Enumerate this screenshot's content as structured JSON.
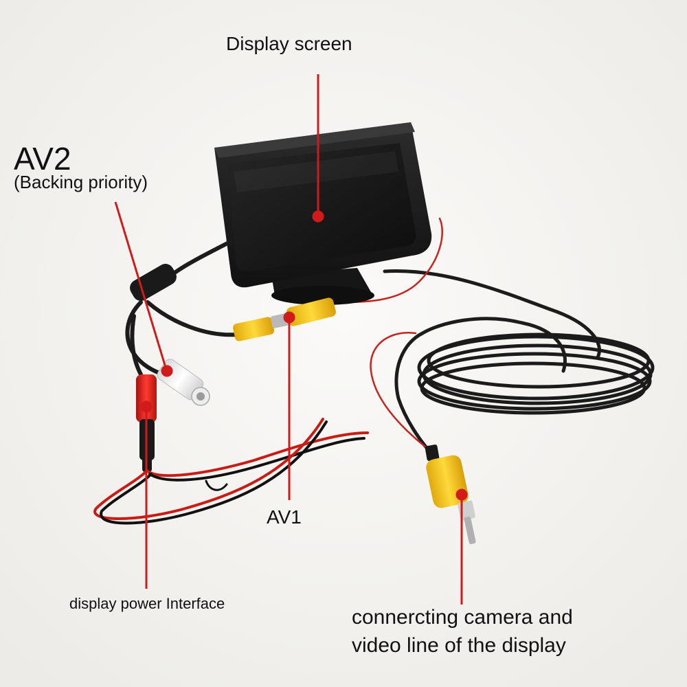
{
  "labels": {
    "display_screen": "Display screen",
    "av2": "AV2",
    "av2_sub": "(Backing priority)",
    "av1": "AV1",
    "power": "display power Interface",
    "camera_line1": "connercting camera and",
    "camera_line2": "video line of the display"
  },
  "colors": {
    "background": "#f7f6f3",
    "annotation": "#d11a1a",
    "cable": "#1c1c1c",
    "rca_yellow": "#f2c21b",
    "rca_red": "#d81e1e",
    "rca_white": "#f4f4f4",
    "screen": "#151515"
  }
}
